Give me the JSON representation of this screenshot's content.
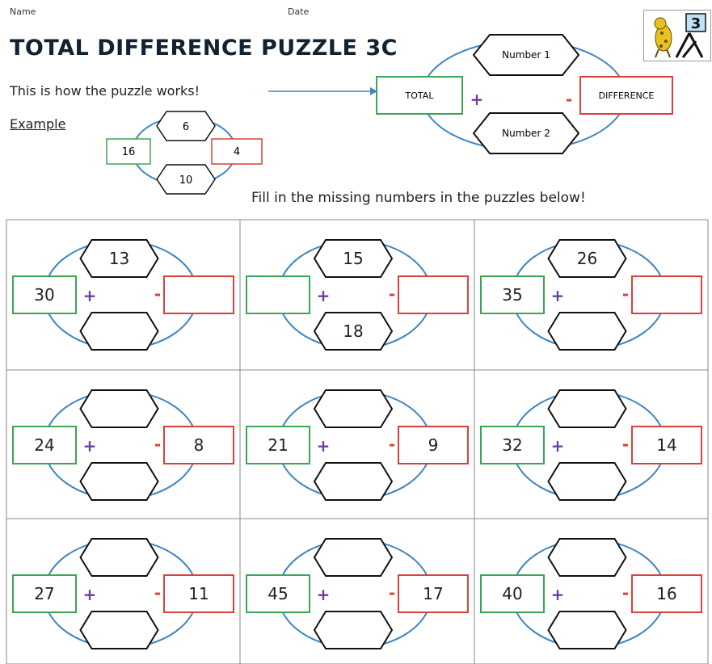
{
  "header": {
    "name_label": "Name",
    "date_label": "Date",
    "logo_badge": "3"
  },
  "title": "TOTAL DIFFERENCE PUZZLE 3C",
  "intro_text": "This is how the puzzle works!",
  "example_label": "Example",
  "instruction": "Fill in the missing numbers in the puzzles below!",
  "legend": {
    "number1": "Number 1",
    "number2": "Number 2",
    "total": "TOTAL",
    "difference": "DIFFERENCE",
    "plus": "+",
    "minus": "-"
  },
  "example": {
    "top": "6",
    "bottom": "10",
    "total": "16",
    "difference": "4"
  },
  "colors": {
    "green": "#3aa655",
    "red": "#d9403a",
    "circle": "#3e86c2",
    "plus": "#6b3fa0",
    "minus": "#d9403a",
    "hex": "#111111",
    "grid": "#888888"
  },
  "puzzles": [
    {
      "top": "13",
      "bottom": "",
      "total": "30",
      "difference": ""
    },
    {
      "top": "15",
      "bottom": "18",
      "total": "",
      "difference": ""
    },
    {
      "top": "26",
      "bottom": "",
      "total": "35",
      "difference": ""
    },
    {
      "top": "",
      "bottom": "",
      "total": "24",
      "difference": "8"
    },
    {
      "top": "",
      "bottom": "",
      "total": "21",
      "difference": "9"
    },
    {
      "top": "",
      "bottom": "",
      "total": "32",
      "difference": "14"
    },
    {
      "top": "",
      "bottom": "",
      "total": "27",
      "difference": "11"
    },
    {
      "top": "",
      "bottom": "",
      "total": "45",
      "difference": "17"
    },
    {
      "top": "",
      "bottom": "",
      "total": "40",
      "difference": "16"
    }
  ]
}
